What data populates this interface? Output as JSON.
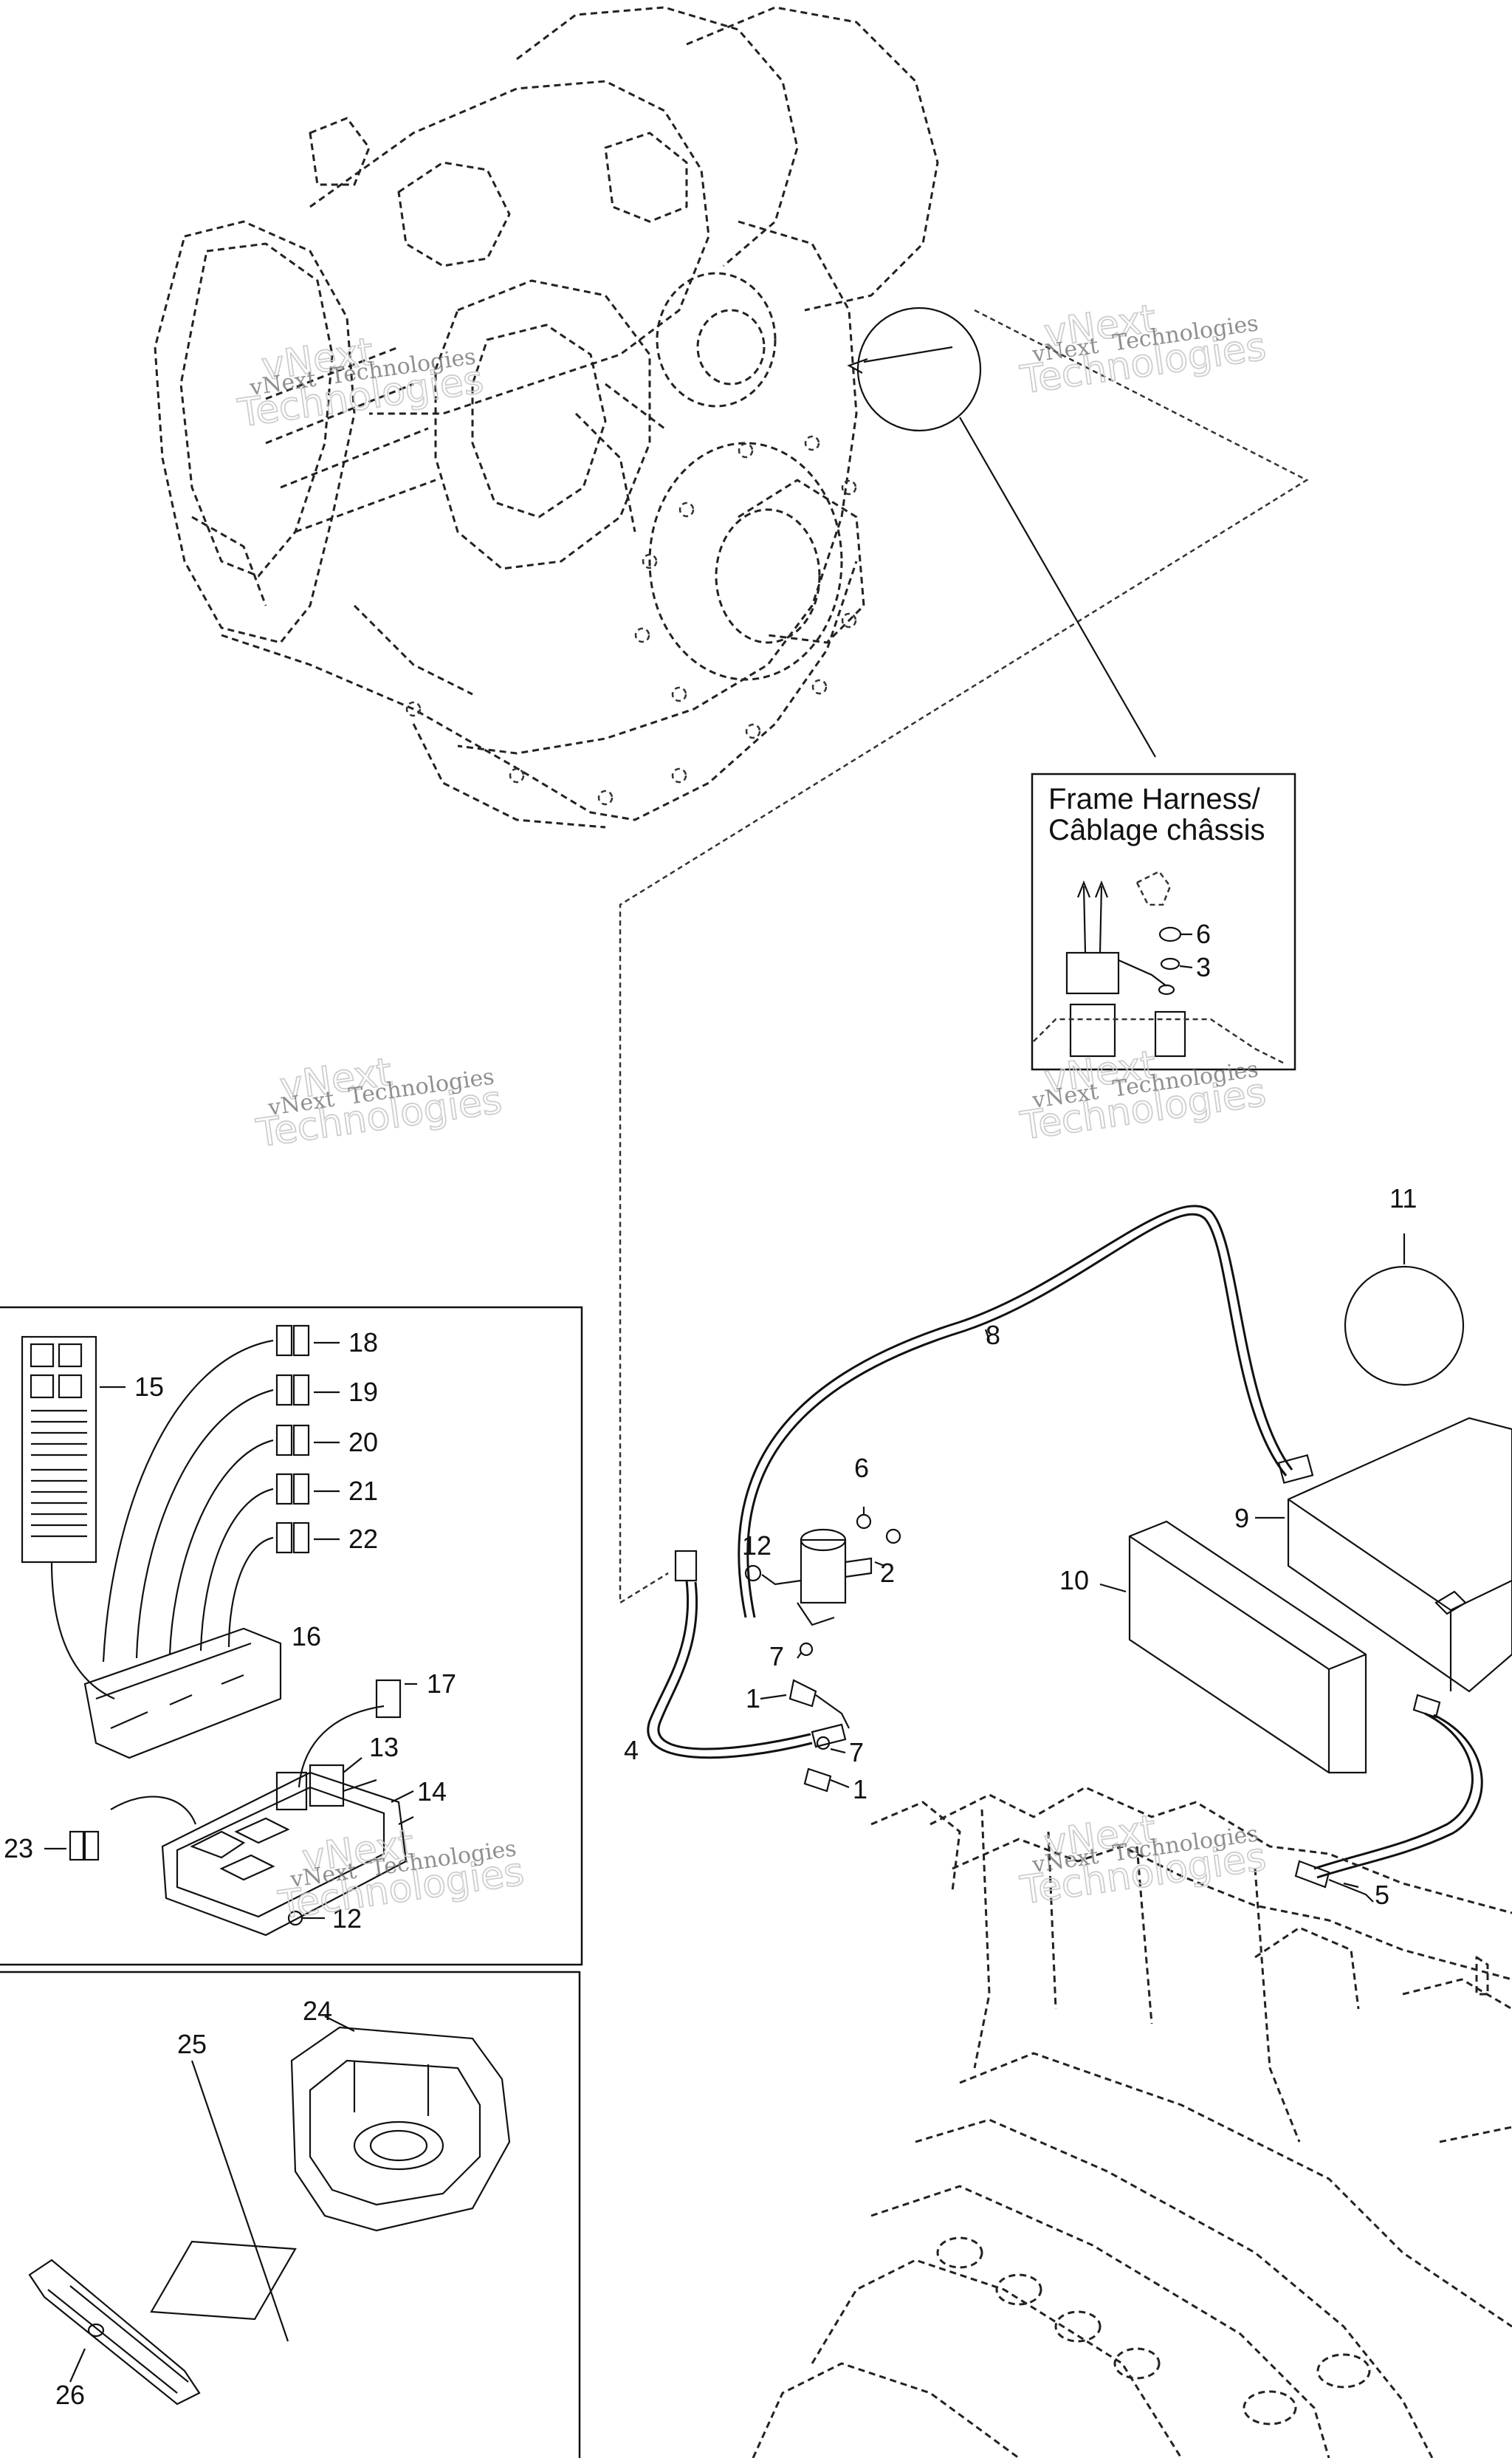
{
  "frame_harness": {
    "line1": "Frame Harness/",
    "line2": "Câblage châssis"
  },
  "watermark": {
    "line1": "vNext",
    "line2": "Technologies"
  },
  "callouts": {
    "n1a": "1",
    "n1b": "1",
    "n2": "2",
    "n3": "3",
    "n4": "4",
    "n5": "5",
    "n6a": "6",
    "n6b": "6",
    "n7a": "7",
    "n7b": "7",
    "n8": "8",
    "n9": "9",
    "n10": "10",
    "n11": "11",
    "n12a": "12",
    "n12b": "12",
    "n13": "13",
    "n14": "14",
    "n15": "15",
    "n16": "16",
    "n17": "17",
    "n18": "18",
    "n19": "19",
    "n20": "20",
    "n21": "21",
    "n22": "22",
    "n23": "23",
    "n24": "24",
    "n25": "25",
    "n26": "26"
  }
}
